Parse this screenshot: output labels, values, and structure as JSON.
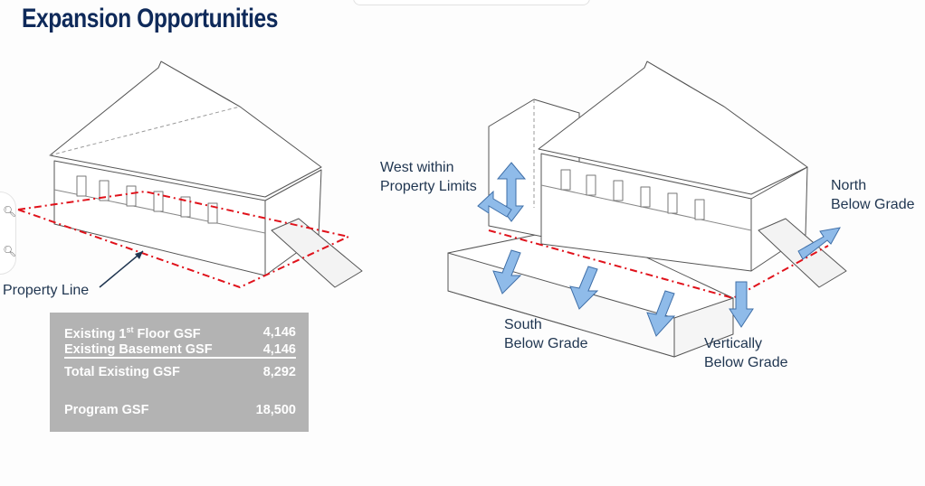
{
  "title": "Expansion Opportunities",
  "labels": {
    "property_line": "Property Line",
    "west": [
      "West within",
      "Property Limits"
    ],
    "north": [
      "North",
      "Below Grade"
    ],
    "south": [
      "South",
      "Below Grade"
    ],
    "vertical": [
      "Vertically",
      "Below Grade"
    ]
  },
  "table": {
    "rows": [
      {
        "label_pre": "Existing 1",
        "label_sup": "st",
        "label_post": " Floor GSF",
        "value": "4,146"
      },
      {
        "label": "Existing Basement GSF",
        "value": "4,146"
      },
      {
        "label": "Total Existing GSF",
        "value": "8,292"
      },
      {
        "label": "Program GSF",
        "value": "18,500"
      }
    ]
  },
  "zoom_controls": {
    "zoom_in": "zoom-in",
    "zoom_out": "zoom-out"
  },
  "colors": {
    "title": "#0f2a5a",
    "property_line": "#e0121b",
    "arrow_fill": "#8fbbe9",
    "arrow_stroke": "#3f6fa8",
    "table_bg": "#b3b3b3"
  }
}
